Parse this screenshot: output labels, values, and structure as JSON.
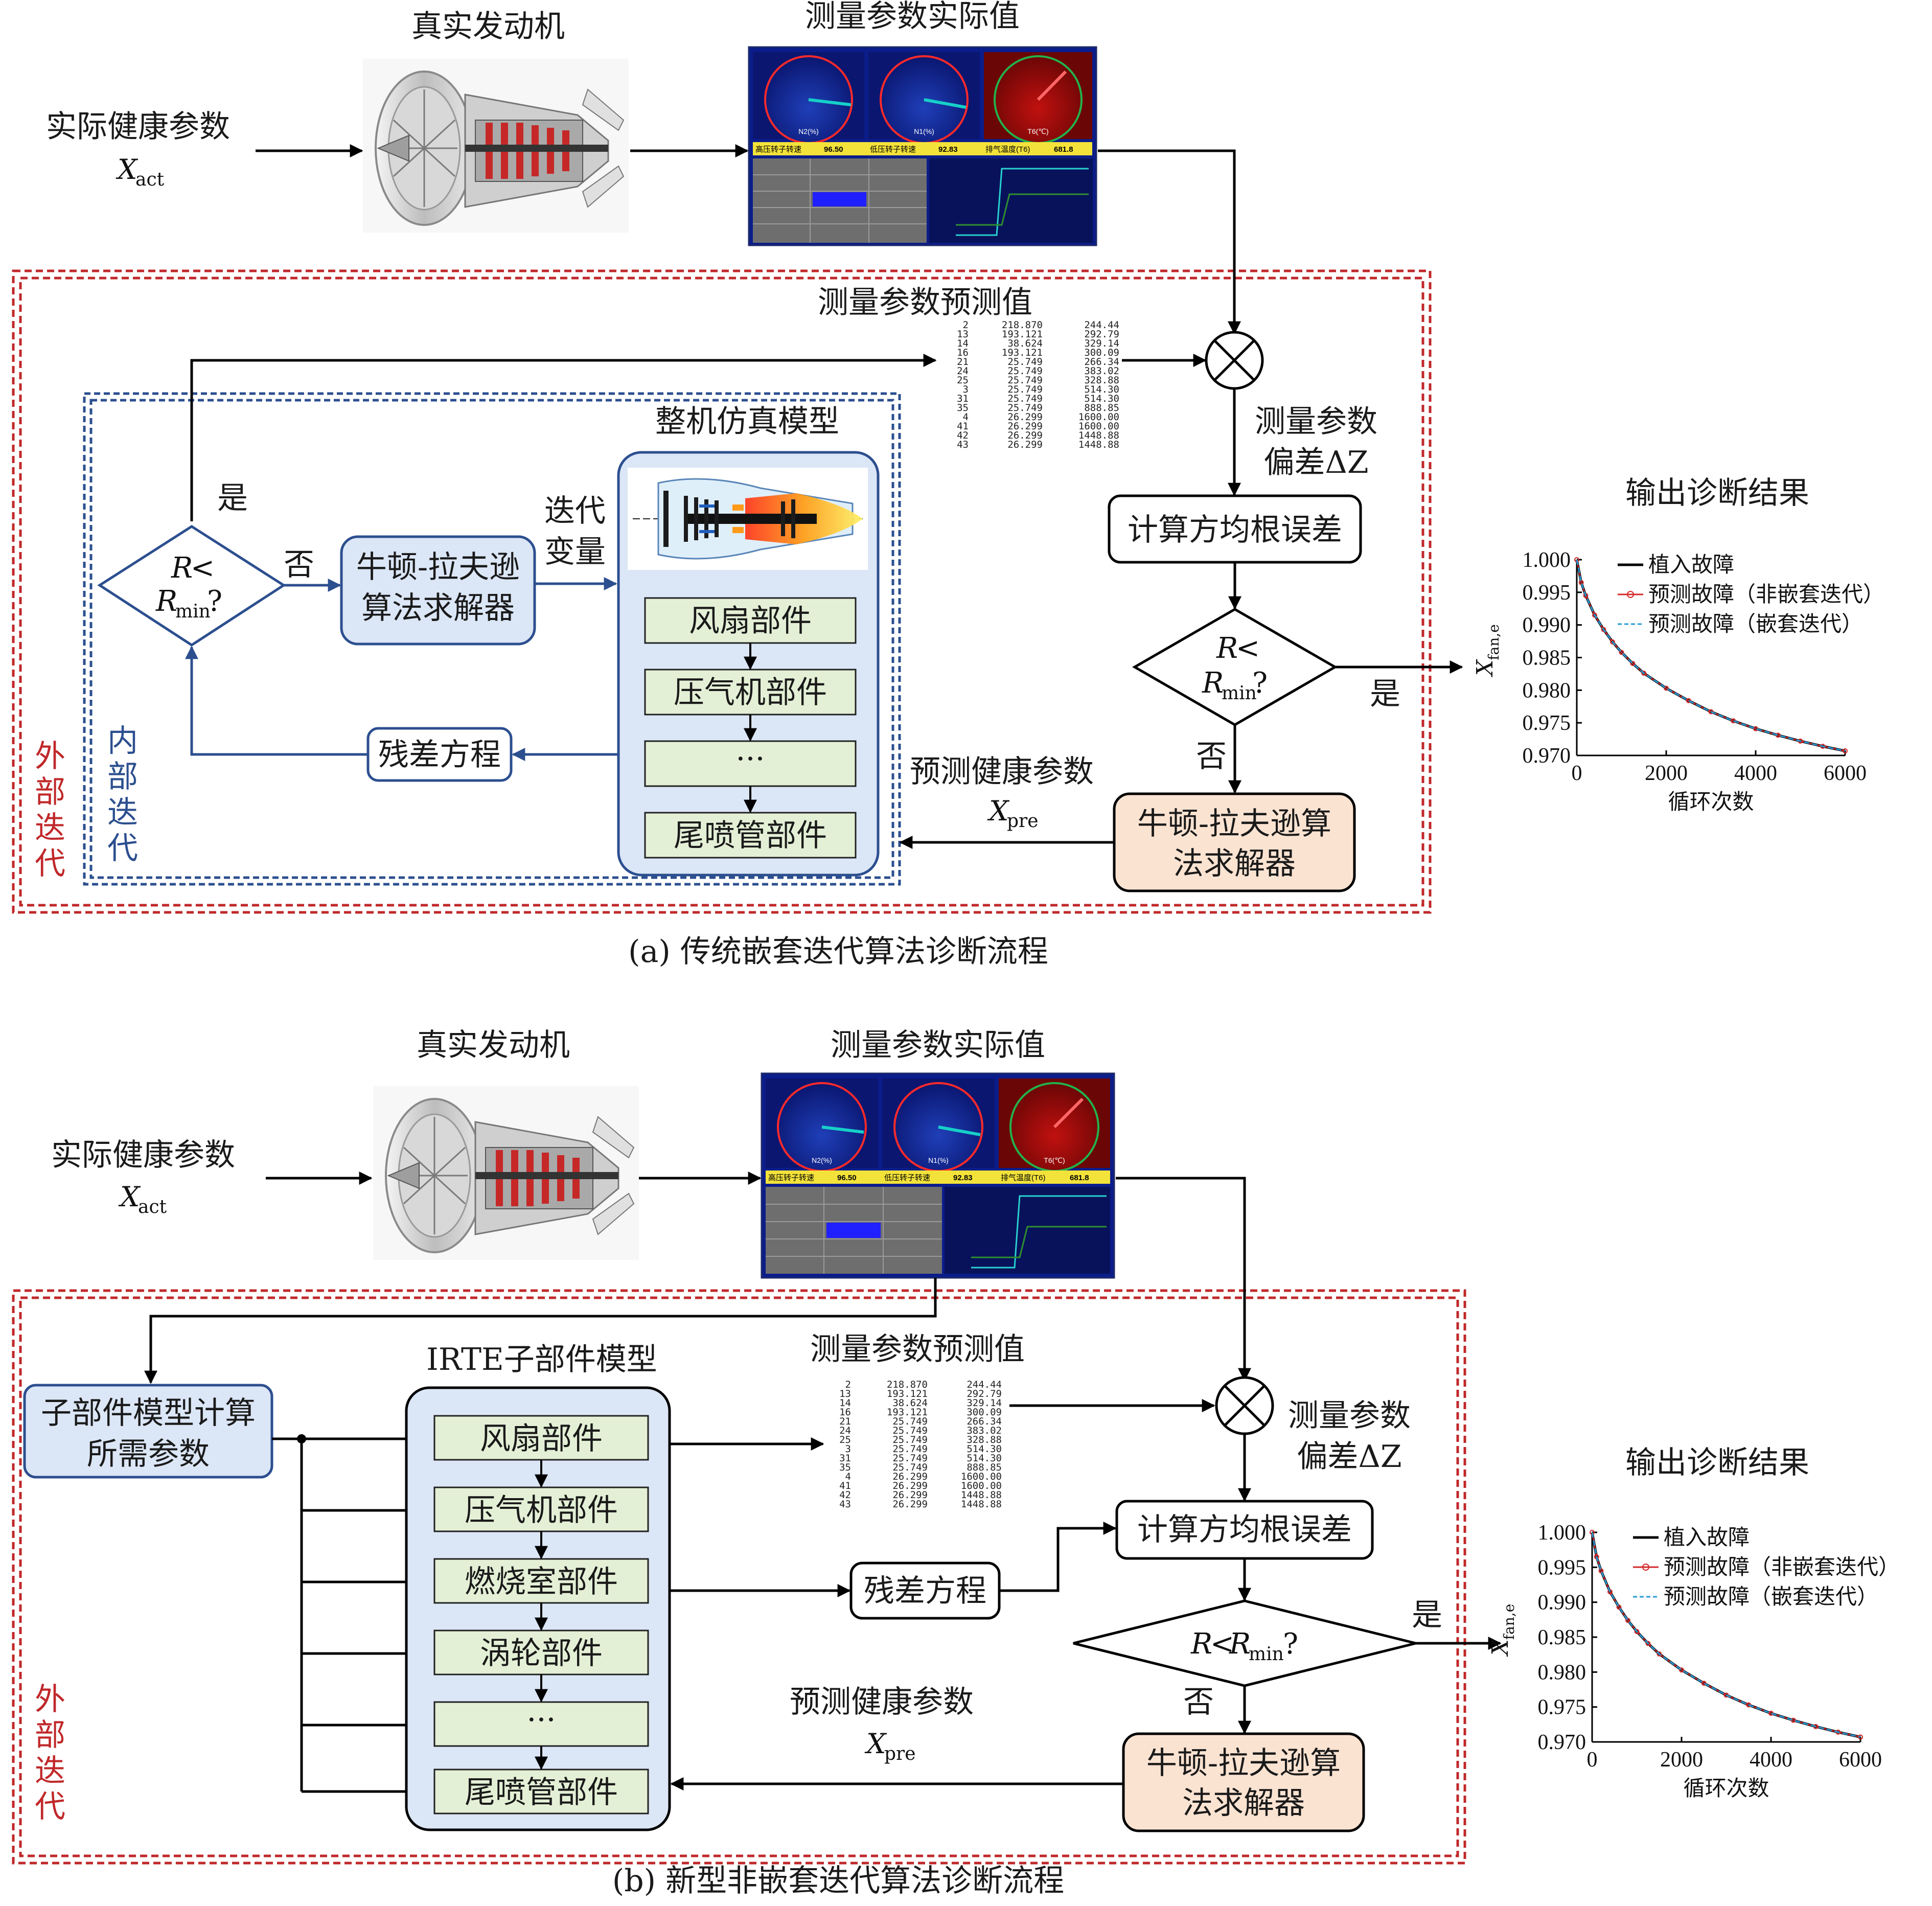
{
  "panel_a": {
    "caption": "(a) 传统嵌套迭代算法诊断流程",
    "engine_title": "真实发动机",
    "actual_values_title": "测量参数实际值",
    "actual_health_label": "实际健康参数",
    "x_act_var": "X",
    "x_act_sub": "act",
    "predicted_values_title": "测量参数预测值",
    "deviation_line1": "测量参数",
    "deviation_line2": "偏差ΔZ",
    "rmse_box": "计算方均根误差",
    "decision_R": "R",
    "decision_lt": "<",
    "decision_Rmin": "R",
    "decision_min_sub": "min",
    "decision_q": "?",
    "yes": "是",
    "no": "否",
    "nr_solver_line1": "牛顿-拉夫逊算",
    "nr_solver_line2": "法求解器",
    "pred_health_label": "预测健康参数",
    "x_pre_var": "X",
    "x_pre_sub": "pre",
    "whole_model_title": "整机仿真模型",
    "components": [
      "风扇部件",
      "压气机部件",
      "···",
      "尾喷管部件"
    ],
    "inner_solver_line1": "牛顿-拉夫逊",
    "inner_solver_line2": "算法求解器",
    "iter_var_line1": "迭代",
    "iter_var_line2": "变量",
    "residual": "残差方程",
    "inner_iter": [
      "内",
      "部",
      "迭",
      "代"
    ],
    "outer_iter": [
      "外",
      "部",
      "迭",
      "代"
    ],
    "output_title": "输出诊断结果"
  },
  "panel_b": {
    "caption": "(b) 新型非嵌套迭代算法诊断流程",
    "engine_title": "真实发动机",
    "actual_values_title": "测量参数实际值",
    "actual_health_label": "实际健康参数",
    "x_act_var": "X",
    "x_act_sub": "act",
    "predicted_values_title": "测量参数预测值",
    "deviation_line1": "测量参数",
    "deviation_line2": "偏差ΔZ",
    "rmse_box": "计算方均根误差",
    "decision_R": "R",
    "decision_lt": "<",
    "decision_Rmin": "R",
    "decision_min_sub": "min",
    "decision_q": "?",
    "yes": "是",
    "no": "否",
    "nr_solver_line1": "牛顿-拉夫逊算",
    "nr_solver_line2": "法求解器",
    "pred_health_label": "预测健康参数",
    "x_pre_var": "X",
    "x_pre_sub": "pre",
    "sub_model_title": "IRTE子部件模型",
    "components": [
      "风扇部件",
      "压气机部件",
      "燃烧室部件",
      "涡轮部件",
      "···",
      "尾喷管部件"
    ],
    "subparam_line1": "子部件模型计算",
    "subparam_line2": "所需参数",
    "residual": "残差方程",
    "outer_iter": [
      "外",
      "部",
      "迭",
      "代"
    ],
    "output_title": "输出诊断结果"
  },
  "prediction_table": [
    [
      "2",
      "218.870",
      "244.44"
    ],
    [
      "13",
      "193.121",
      "292.79"
    ],
    [
      "14",
      "38.624",
      "329.14"
    ],
    [
      "16",
      "193.121",
      "300.09"
    ],
    [
      "21",
      "25.749",
      "266.34"
    ],
    [
      "24",
      "25.749",
      "383.02"
    ],
    [
      "25",
      "25.749",
      "328.88"
    ],
    [
      "3",
      "25.749",
      "514.30"
    ],
    [
      "31",
      "25.749",
      "514.30"
    ],
    [
      "35",
      "25.749",
      "888.85"
    ],
    [
      "4",
      "26.299",
      "1600.00"
    ],
    [
      "41",
      "26.299",
      "1600.00"
    ],
    [
      "42",
      "26.299",
      "1448.88"
    ],
    [
      "43",
      "26.299",
      "1448.88"
    ]
  ],
  "monitor": {
    "gauges": [
      {
        "label": "N2(%)",
        "value": 96.5,
        "max": 110
      },
      {
        "label": "N1(%)",
        "value": 92.83,
        "max": 110
      },
      {
        "label": "T6(℃)",
        "value": 681.8,
        "max": 1000
      }
    ],
    "readouts": [
      {
        "name": "高压转子转速",
        "value": "96.50",
        "unit": "%"
      },
      {
        "name": "低压转子转速",
        "value": "92.83",
        "unit": "%"
      },
      {
        "name": "排气温度(T6)",
        "value": "681.8",
        "unit": "℃"
      }
    ],
    "colors": {
      "panel": "#0b1d8a",
      "frame": "#1e2a6a",
      "gauge_alarm": "#ff2a2a",
      "hot_gauge_bg": "#9b0a0a",
      "readout_bg": "#f3e23a"
    }
  },
  "chart_data": [
    {
      "type": "line",
      "title": "",
      "xlabel": "循环次数",
      "ylabel": "X_fan,e",
      "ylabel_var": "X",
      "ylabel_sub": "fan,e",
      "xlim": [
        0,
        6000
      ],
      "ylim": [
        0.97,
        1.0
      ],
      "xticks": [
        0,
        2000,
        4000,
        6000
      ],
      "yticks": [
        0.97,
        0.975,
        0.98,
        0.985,
        0.99,
        0.995,
        1.0
      ],
      "ytick_labels": [
        "0.970",
        "0.975",
        "0.980",
        "0.985",
        "0.990",
        "0.995",
        "1.000"
      ],
      "legend_position": "top-right",
      "x": [
        0,
        100,
        200,
        400,
        600,
        800,
        1000,
        1250,
        1500,
        2000,
        2500,
        3000,
        3500,
        4000,
        4500,
        5000,
        5500,
        6000
      ],
      "series": [
        {
          "name": "植入故障",
          "color": "#000000",
          "style": "solid",
          "values": [
            1.0,
            0.9965,
            0.9945,
            0.9915,
            0.9893,
            0.9874,
            0.9858,
            0.9841,
            0.9826,
            0.9803,
            0.9784,
            0.9767,
            0.9753,
            0.9741,
            0.9731,
            0.9722,
            0.9714,
            0.9707
          ]
        },
        {
          "name": "预测故障（非嵌套迭代）",
          "color": "#d4282a",
          "style": "marker",
          "values": [
            1.0,
            0.9965,
            0.9945,
            0.9915,
            0.9893,
            0.9874,
            0.9858,
            0.9841,
            0.9826,
            0.9803,
            0.9784,
            0.9767,
            0.9753,
            0.9741,
            0.9731,
            0.9722,
            0.9714,
            0.9707
          ]
        },
        {
          "name": "预测故障（嵌套迭代）",
          "color": "#2a9ad6",
          "style": "dashed",
          "values": [
            1.0,
            0.9965,
            0.9945,
            0.9915,
            0.9893,
            0.9874,
            0.9858,
            0.9841,
            0.9826,
            0.9803,
            0.9784,
            0.9767,
            0.9753,
            0.9741,
            0.9731,
            0.9722,
            0.9714,
            0.9707
          ]
        }
      ]
    },
    {
      "type": "line",
      "title": "",
      "xlabel": "循环次数",
      "ylabel": "X_fan,e",
      "ylabel_var": "X",
      "ylabel_sub": "fan,e",
      "xlim": [
        0,
        6000
      ],
      "ylim": [
        0.97,
        1.0
      ],
      "xticks": [
        0,
        2000,
        4000,
        6000
      ],
      "yticks": [
        0.97,
        0.975,
        0.98,
        0.985,
        0.99,
        0.995,
        1.0
      ],
      "ytick_labels": [
        "0.970",
        "0.975",
        "0.980",
        "0.985",
        "0.990",
        "0.995",
        "1.000"
      ],
      "legend_position": "top-right",
      "x": [
        0,
        100,
        200,
        400,
        600,
        800,
        1000,
        1250,
        1500,
        2000,
        2500,
        3000,
        3500,
        4000,
        4500,
        5000,
        5500,
        6000
      ],
      "series": [
        {
          "name": "植入故障",
          "color": "#000000",
          "style": "solid",
          "values": [
            1.0,
            0.9965,
            0.9945,
            0.9915,
            0.9893,
            0.9874,
            0.9858,
            0.9841,
            0.9826,
            0.9803,
            0.9784,
            0.9767,
            0.9753,
            0.9741,
            0.9731,
            0.9722,
            0.9714,
            0.9707
          ]
        },
        {
          "name": "预测故障（非嵌套迭代）",
          "color": "#d4282a",
          "style": "marker",
          "values": [
            1.0,
            0.9965,
            0.9945,
            0.9915,
            0.9893,
            0.9874,
            0.9858,
            0.9841,
            0.9826,
            0.9803,
            0.9784,
            0.9767,
            0.9753,
            0.9741,
            0.9731,
            0.9722,
            0.9714,
            0.9707
          ]
        },
        {
          "name": "预测故障（嵌套迭代）",
          "color": "#2a9ad6",
          "style": "dashed",
          "values": [
            1.0,
            0.9965,
            0.9945,
            0.9915,
            0.9893,
            0.9874,
            0.9858,
            0.9841,
            0.9826,
            0.9803,
            0.9784,
            0.9767,
            0.9753,
            0.9741,
            0.9731,
            0.9722,
            0.9714,
            0.9707
          ]
        }
      ]
    }
  ]
}
